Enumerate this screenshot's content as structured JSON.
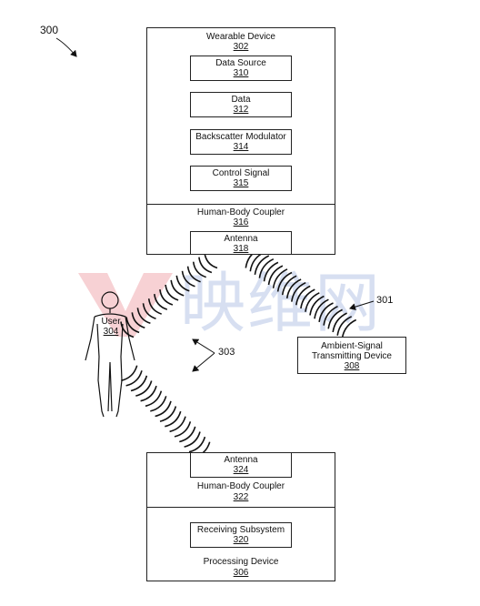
{
  "figure_number": "300",
  "wearable": {
    "title": "Wearable Device",
    "ref": "302",
    "blocks": [
      {
        "name": "Data Source",
        "ref": "310"
      },
      {
        "name": "Data",
        "ref": "312"
      },
      {
        "name": "Backscatter Modulator",
        "ref": "314"
      },
      {
        "name": "Control Signal",
        "ref": "315"
      }
    ],
    "coupler": {
      "name": "Human-Body Coupler",
      "ref": "316"
    },
    "antenna": {
      "name": "Antenna",
      "ref": "318"
    }
  },
  "user": {
    "name": "User",
    "ref": "304"
  },
  "ambient": {
    "line1": "Ambient-Signal",
    "line2": "Transmitting Device",
    "ref": "308"
  },
  "refs": {
    "signal_301": "301",
    "signal_303": "303"
  },
  "processing": {
    "antenna": {
      "name": "Antenna",
      "ref": "324"
    },
    "coupler": {
      "name": "Human-Body Coupler",
      "ref": "322"
    },
    "receiving": {
      "name": "Receiving Subsystem",
      "ref": "320"
    },
    "title": "Processing Device",
    "ref": "306"
  },
  "watermark": {
    "text": "映维网"
  }
}
